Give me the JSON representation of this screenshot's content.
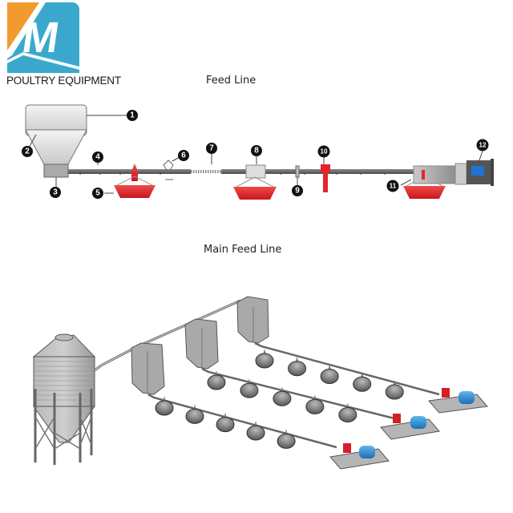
{
  "brand": {
    "logo_letter": "M",
    "name": "POULTRY EQUIPMENT",
    "colors": {
      "orange": "#f39a2e",
      "blue": "#3aa8cc"
    }
  },
  "feed_line": {
    "title": "Feed Line",
    "callouts": [
      "1",
      "2",
      "3",
      "4",
      "5",
      "6",
      "7",
      "8",
      "9",
      "10",
      "11",
      "12"
    ],
    "colors": {
      "pan": "#e4262c",
      "tube": "#6b6b6b",
      "hopper": "#d9d9d9",
      "motor": "#555555",
      "motor_label": "#1e73d6"
    }
  },
  "main_feed_line": {
    "title": "Main Feed Line",
    "lines": [
      {
        "feeders": 5
      },
      {
        "feeders": 5
      },
      {
        "feeders": 5
      }
    ],
    "colors": {
      "equipment": "#a9a9a9",
      "gearbox": "#d51f26",
      "motor": "#2f8fd8",
      "base": "#b5b5b5"
    }
  }
}
